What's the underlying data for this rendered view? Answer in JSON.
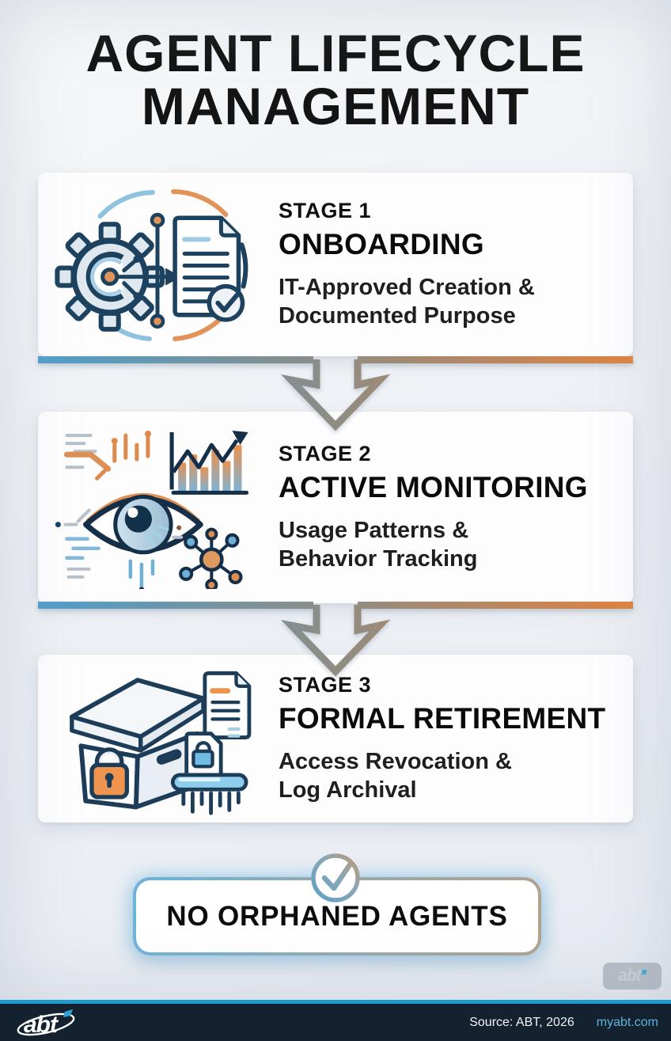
{
  "title": {
    "line1": "AGENT LIFECYCLE",
    "line2": "MANAGEMENT"
  },
  "stages": [
    {
      "stage_label": "STAGE 1",
      "title": "ONBOARDING",
      "description_line1": "IT-Approved Creation &",
      "description_line2": "Documented Purpose",
      "icon": "gear-document-checkmark-icon"
    },
    {
      "stage_label": "STAGE 2",
      "title": "ACTIVE MONITORING",
      "description_line1": "Usage Patterns &",
      "description_line2": "Behavior Tracking",
      "icon": "eye-analytics-icon"
    },
    {
      "stage_label": "STAGE 3",
      "title": "FORMAL RETIREMENT",
      "description_line1": "Access Revocation &",
      "description_line2": "Log Archival",
      "icon": "locked-archive-shredder-icon"
    }
  ],
  "banner": {
    "label": "NO ORPHANED AGENTS",
    "icon": "check-circle-icon"
  },
  "watermark": {
    "label": "abt"
  },
  "footer": {
    "logo_text": "abt",
    "source_text": "Source: ABT, 2026",
    "website_text": "myabt.com"
  },
  "colors": {
    "accent_blue": "#4f9fcc",
    "accent_orange": "#e0823f",
    "navy_outline": "#1c3c58",
    "footer_background": "#14212f",
    "footer_accent_line": "#1f9ad1",
    "link_blue": "#5fb4dc",
    "card_background": "#fdfdfe"
  }
}
